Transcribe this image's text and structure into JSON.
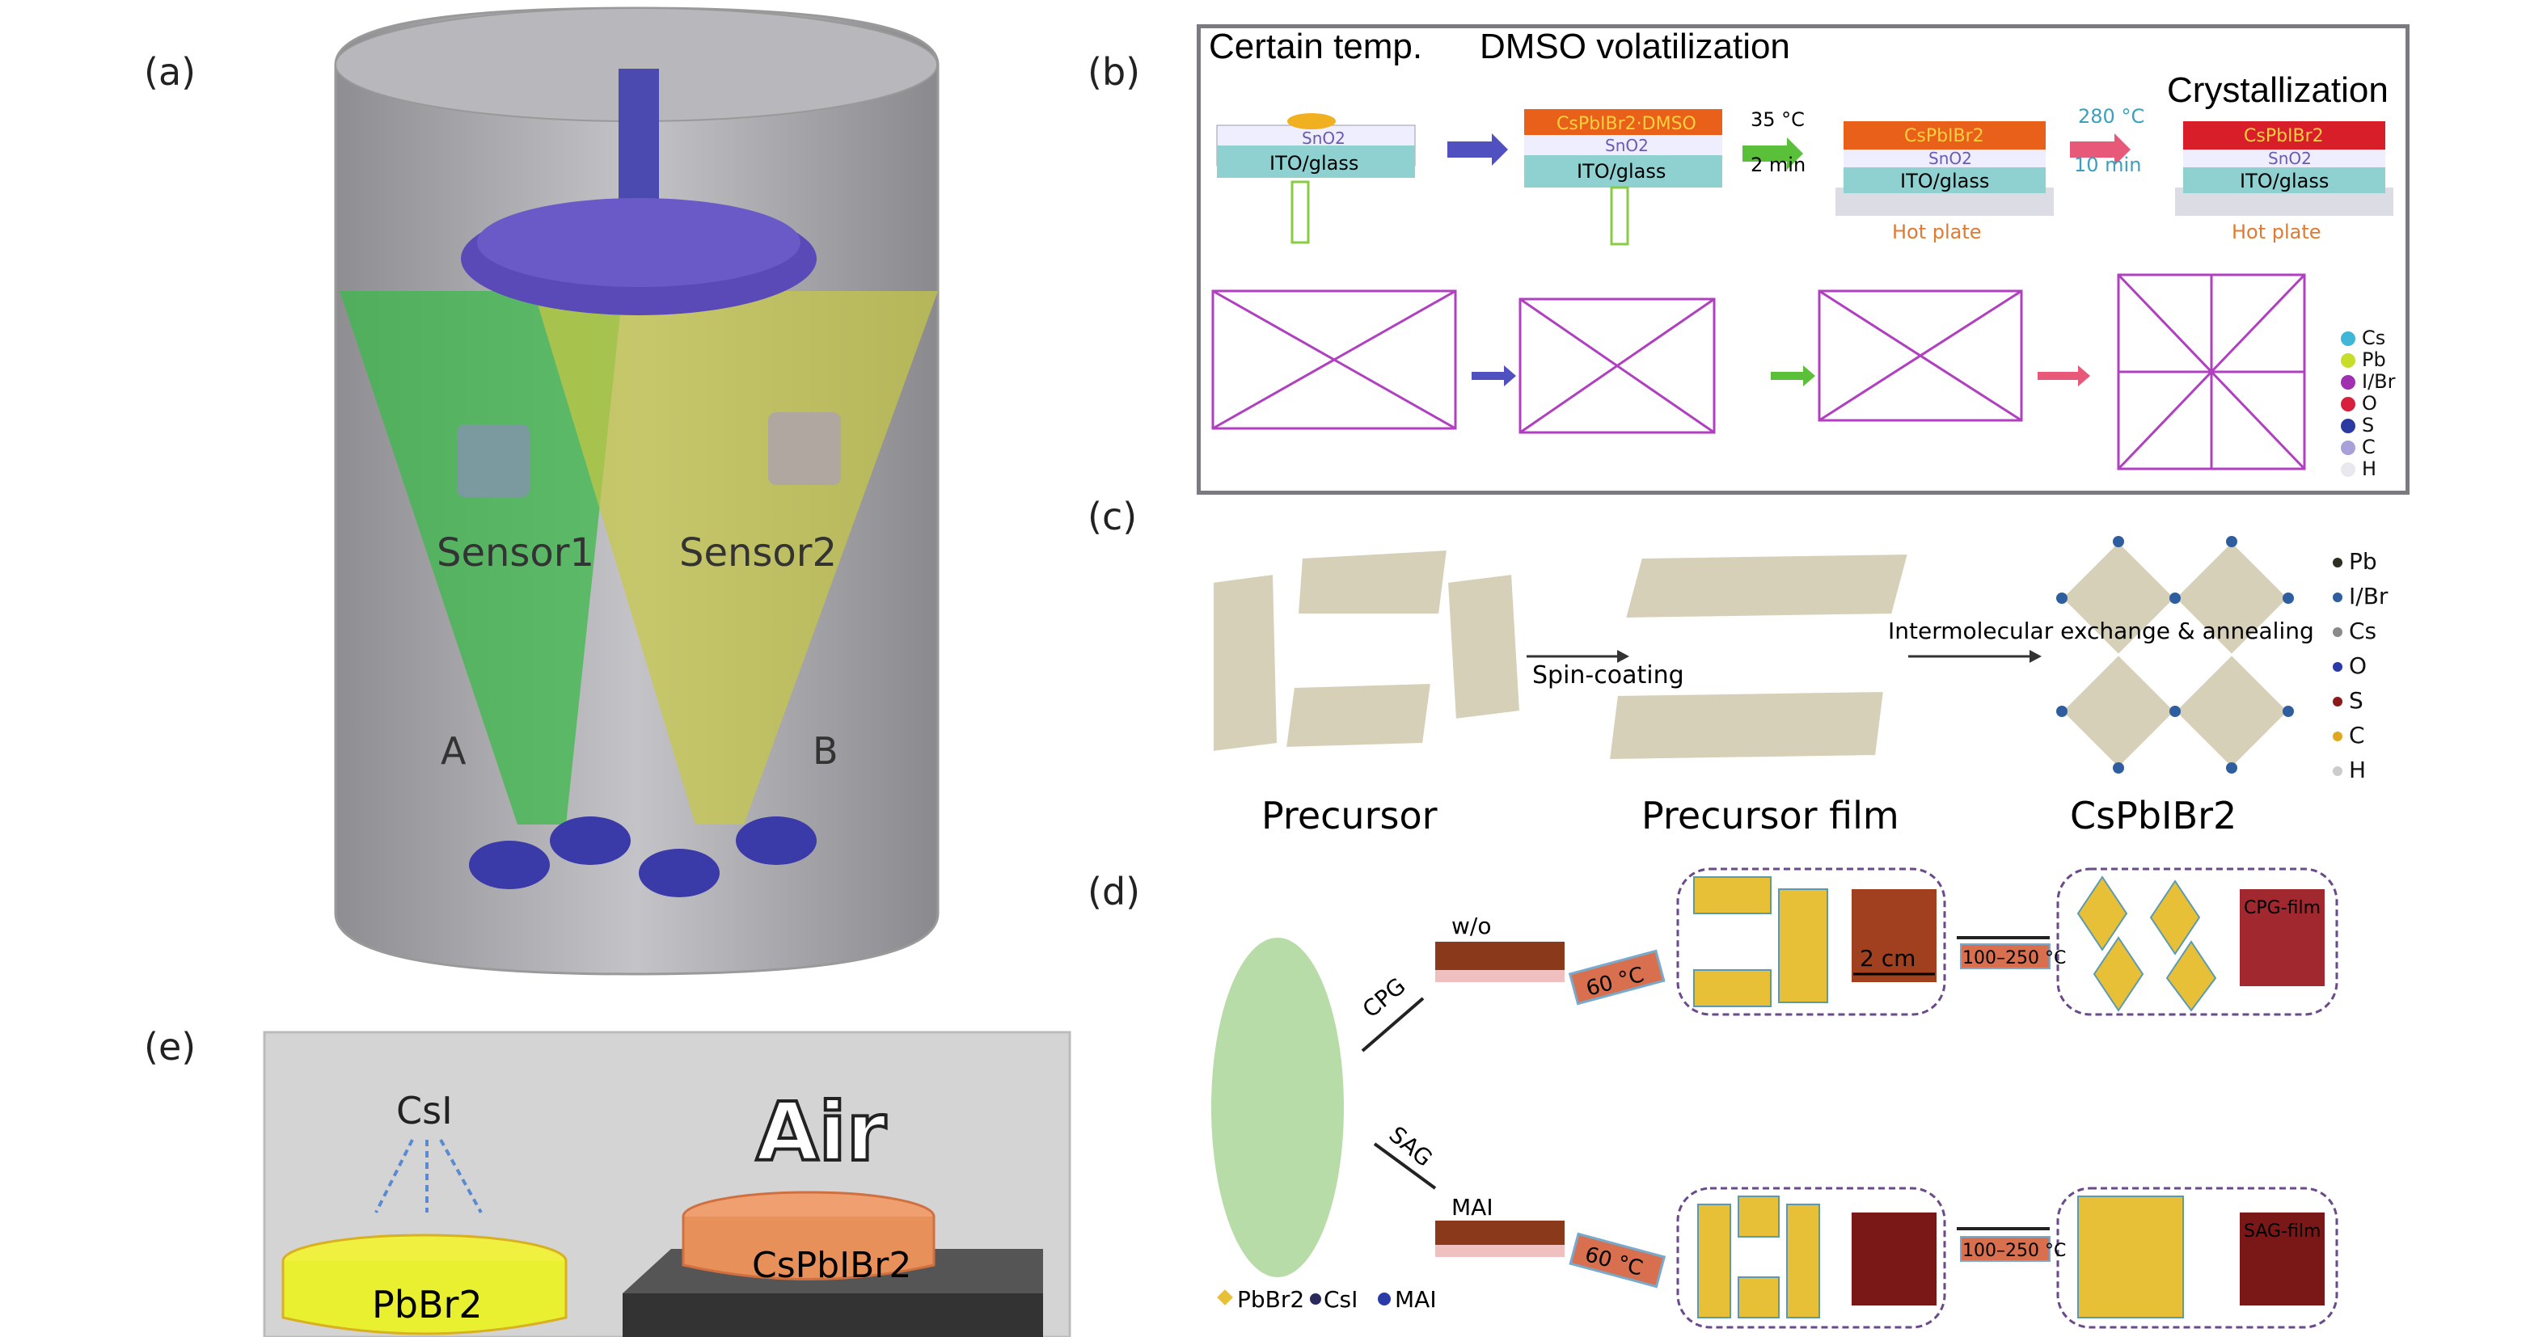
{
  "panels": {
    "a": {
      "label": "(a)",
      "sensor1": "Sensor1",
      "sensor2": "Sensor2",
      "beam_a": "A",
      "beam_b": "B"
    },
    "b": {
      "label": "(b)",
      "step1_title": "Certain temp.",
      "step2_title": "DMSO volatilization",
      "step4_title": "Crystallization",
      "sno2": "SnO2",
      "ito": "ITO/glass",
      "film_dmso": "CsPbIBr2·DMSO",
      "film": "CsPbIBr2",
      "cond1_temp": "35 °C",
      "cond1_time": "2 min",
      "cond2_temp": "280 °C",
      "cond2_time": "10 min",
      "hot_plate": "Hot plate",
      "legend": [
        {
          "name": "Cs",
          "color": "#3fb6d6"
        },
        {
          "name": "Pb",
          "color": "#c8dc2a"
        },
        {
          "name": "I/Br",
          "color": "#a030b0"
        },
        {
          "name": "O",
          "color": "#d8203c"
        },
        {
          "name": "S",
          "color": "#2a3aa0"
        },
        {
          "name": "C",
          "color": "#a8a0d8"
        },
        {
          "name": "H",
          "color": "#e8e8ee"
        }
      ]
    },
    "c": {
      "label": "(c)",
      "precursor": "Precursor",
      "spin_coating": "Spin-coating",
      "precursor_film": "Precursor film",
      "exchange": "Intermolecular exchange & annealing",
      "product": "CsPbIBr2",
      "legend": [
        {
          "name": "Pb",
          "color": "#2e2e22"
        },
        {
          "name": "I/Br",
          "color": "#2f5ea0"
        },
        {
          "name": "Cs",
          "color": "#8a8a8a"
        },
        {
          "name": "O",
          "color": "#2a3aa8"
        },
        {
          "name": "S",
          "color": "#8a1a1a"
        },
        {
          "name": "C",
          "color": "#e0a820"
        },
        {
          "name": "H",
          "color": "#cccccc"
        }
      ]
    },
    "d": {
      "label": "(d)",
      "route_cpg": "CPG",
      "route_sag": "SAG",
      "wo": "w/o",
      "mai": "MAI",
      "anneal1": "60 °C",
      "anneal2": "100–250 °C",
      "scale": "2 cm",
      "cpg_film": "CPG-film",
      "sag_film": "SAG-film",
      "legend": [
        "PbBr2",
        "CsI",
        "MAI"
      ]
    },
    "e": {
      "label": "(e)",
      "source": "CsI",
      "air": "Air",
      "substrate": "PbBr2",
      "product": "CsPbIBr2"
    }
  }
}
